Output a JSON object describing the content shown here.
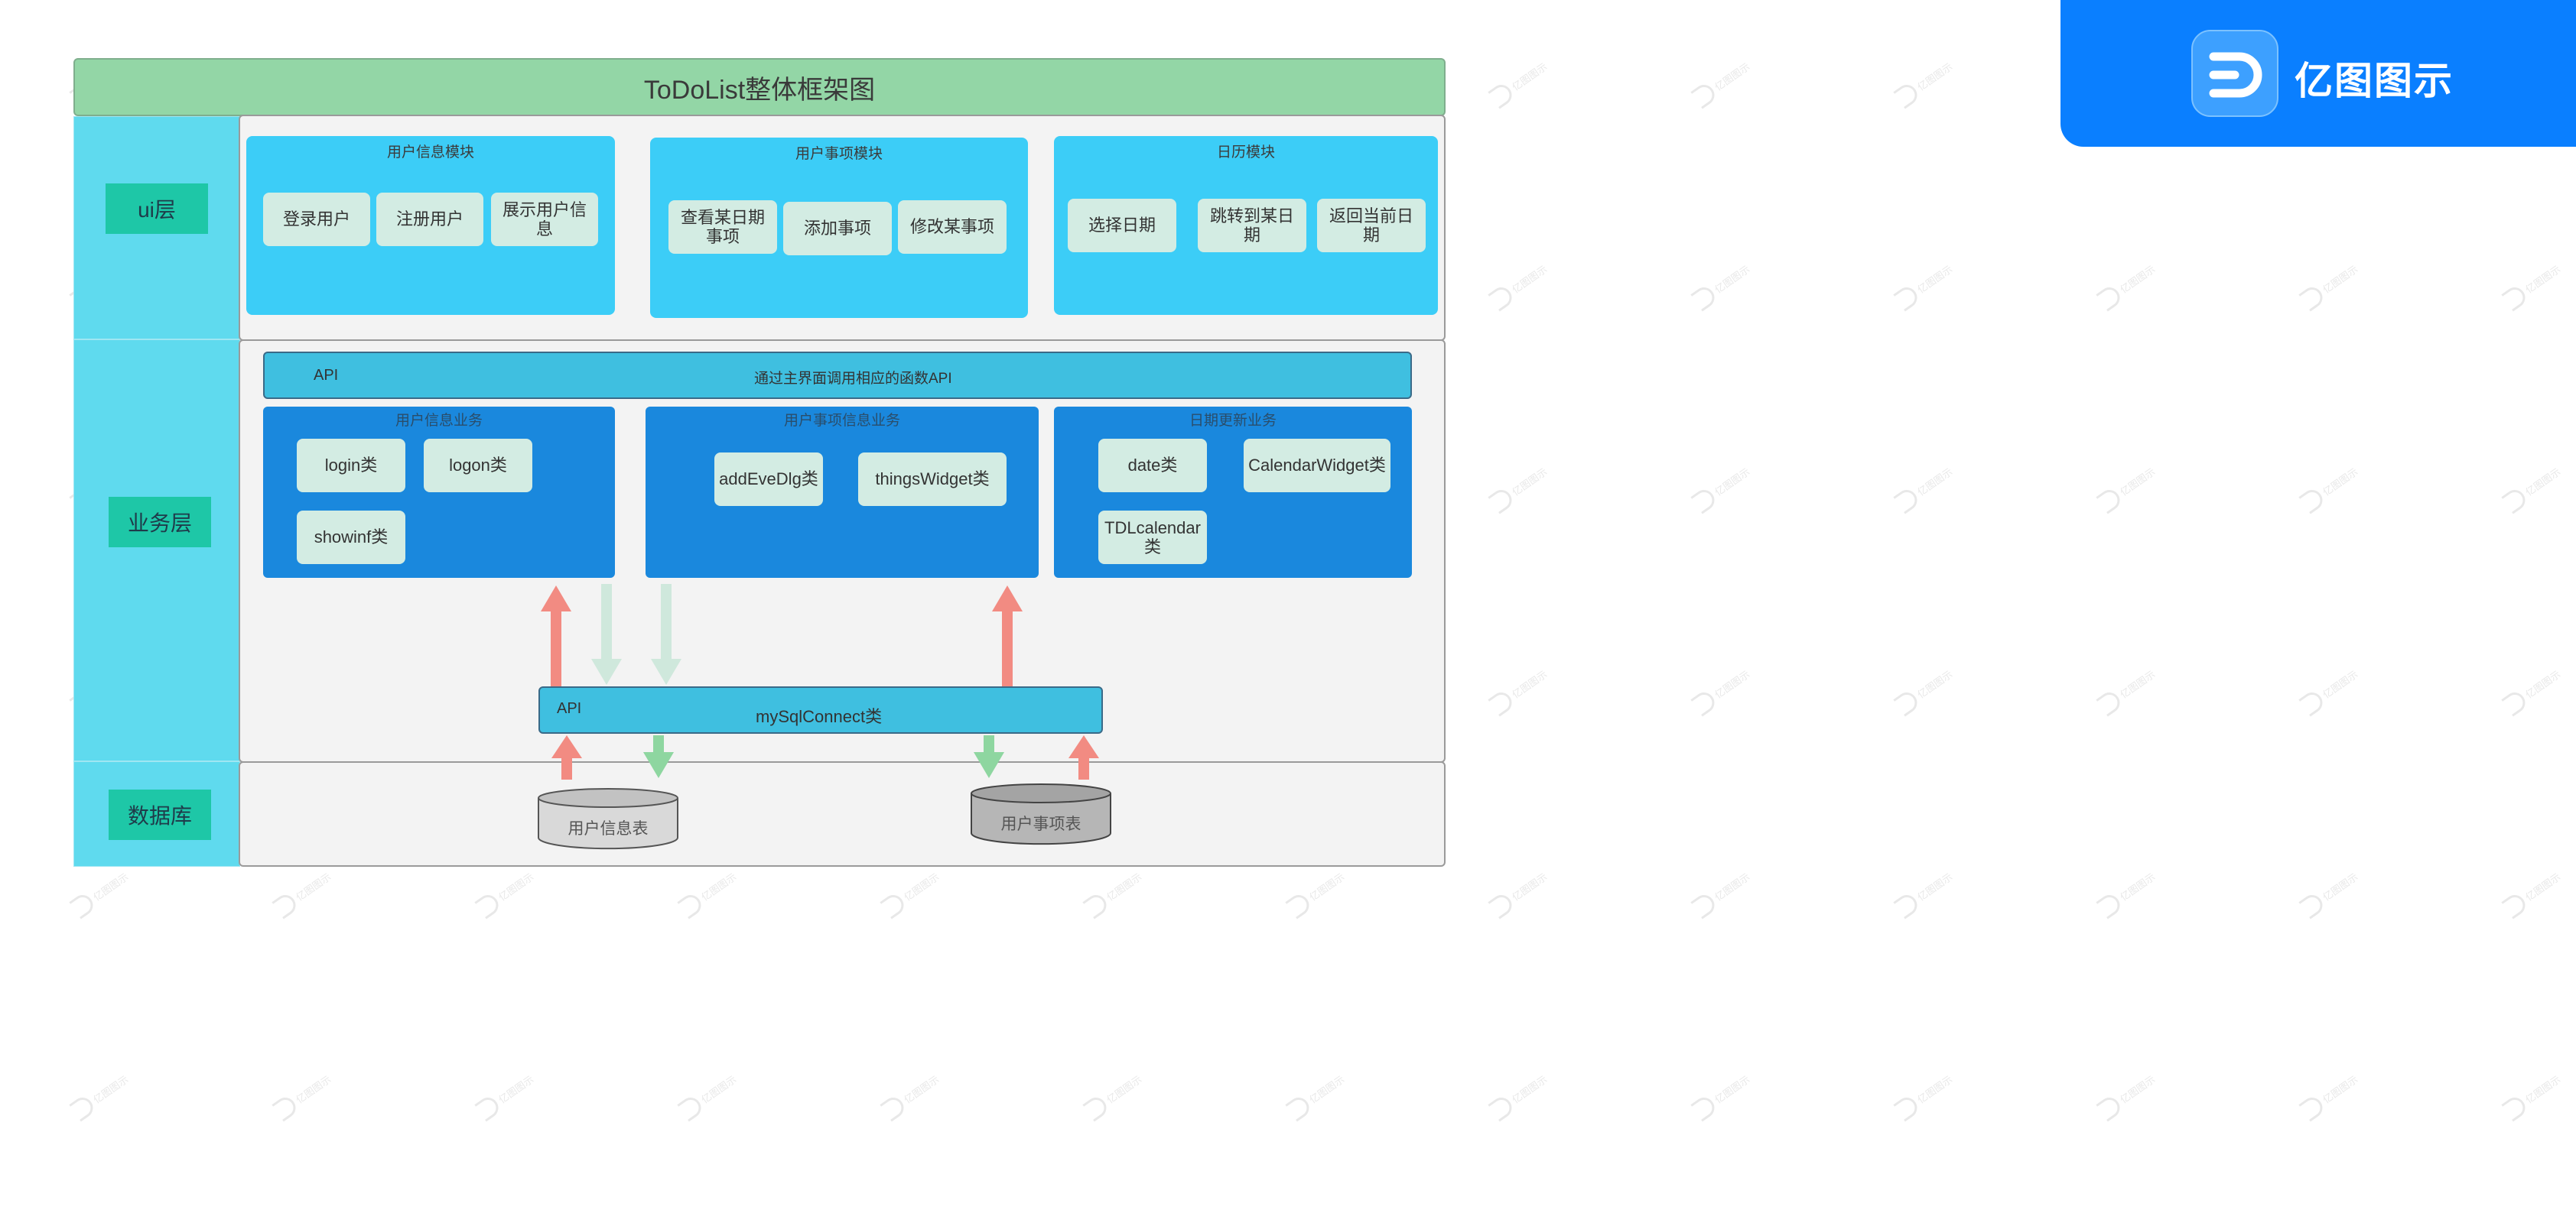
{
  "title": "ToDoList整体框架图",
  "logo": {
    "text": "亿图图示",
    "icon": "edraw-logo-icon"
  },
  "watermark": "亿图图示",
  "layers": {
    "ui": "ui层",
    "business": "业务层",
    "database": "数据库"
  },
  "ui_modules": [
    {
      "title": "用户信息模块",
      "items": [
        "登录用户",
        "注册用户",
        "展示用户信息"
      ]
    },
    {
      "title": "用户事项模块",
      "items": [
        "查看某日期事项",
        "添加事项",
        "修改某事项"
      ]
    },
    {
      "title": "日历模块",
      "items": [
        "选择日期",
        "跳转到某日期",
        "返回当前日期"
      ]
    }
  ],
  "api_top": {
    "label": "API",
    "text": "通过主界面调用相应的函数API"
  },
  "biz_modules": [
    {
      "title": "用户信息业务",
      "items": [
        "login类",
        "logon类",
        "showinf类"
      ]
    },
    {
      "title": "用户事项信息业务",
      "items": [
        "addEveDlg类",
        "thingsWidget类"
      ]
    },
    {
      "title": "日期更新业务",
      "items": [
        "date类",
        "CalendarWidget类",
        "TDLcalendar类"
      ]
    }
  ],
  "api_bottom": {
    "label": "API",
    "text": "mySqlConnect类"
  },
  "tables": [
    "用户信息表",
    "用户事项表"
  ],
  "colors": {
    "arrow_up": "#f28b82",
    "arrow_down_pale": "#cfe8dc",
    "arrow_down_green": "#8ed6a0",
    "accent": "#0a7fff"
  }
}
